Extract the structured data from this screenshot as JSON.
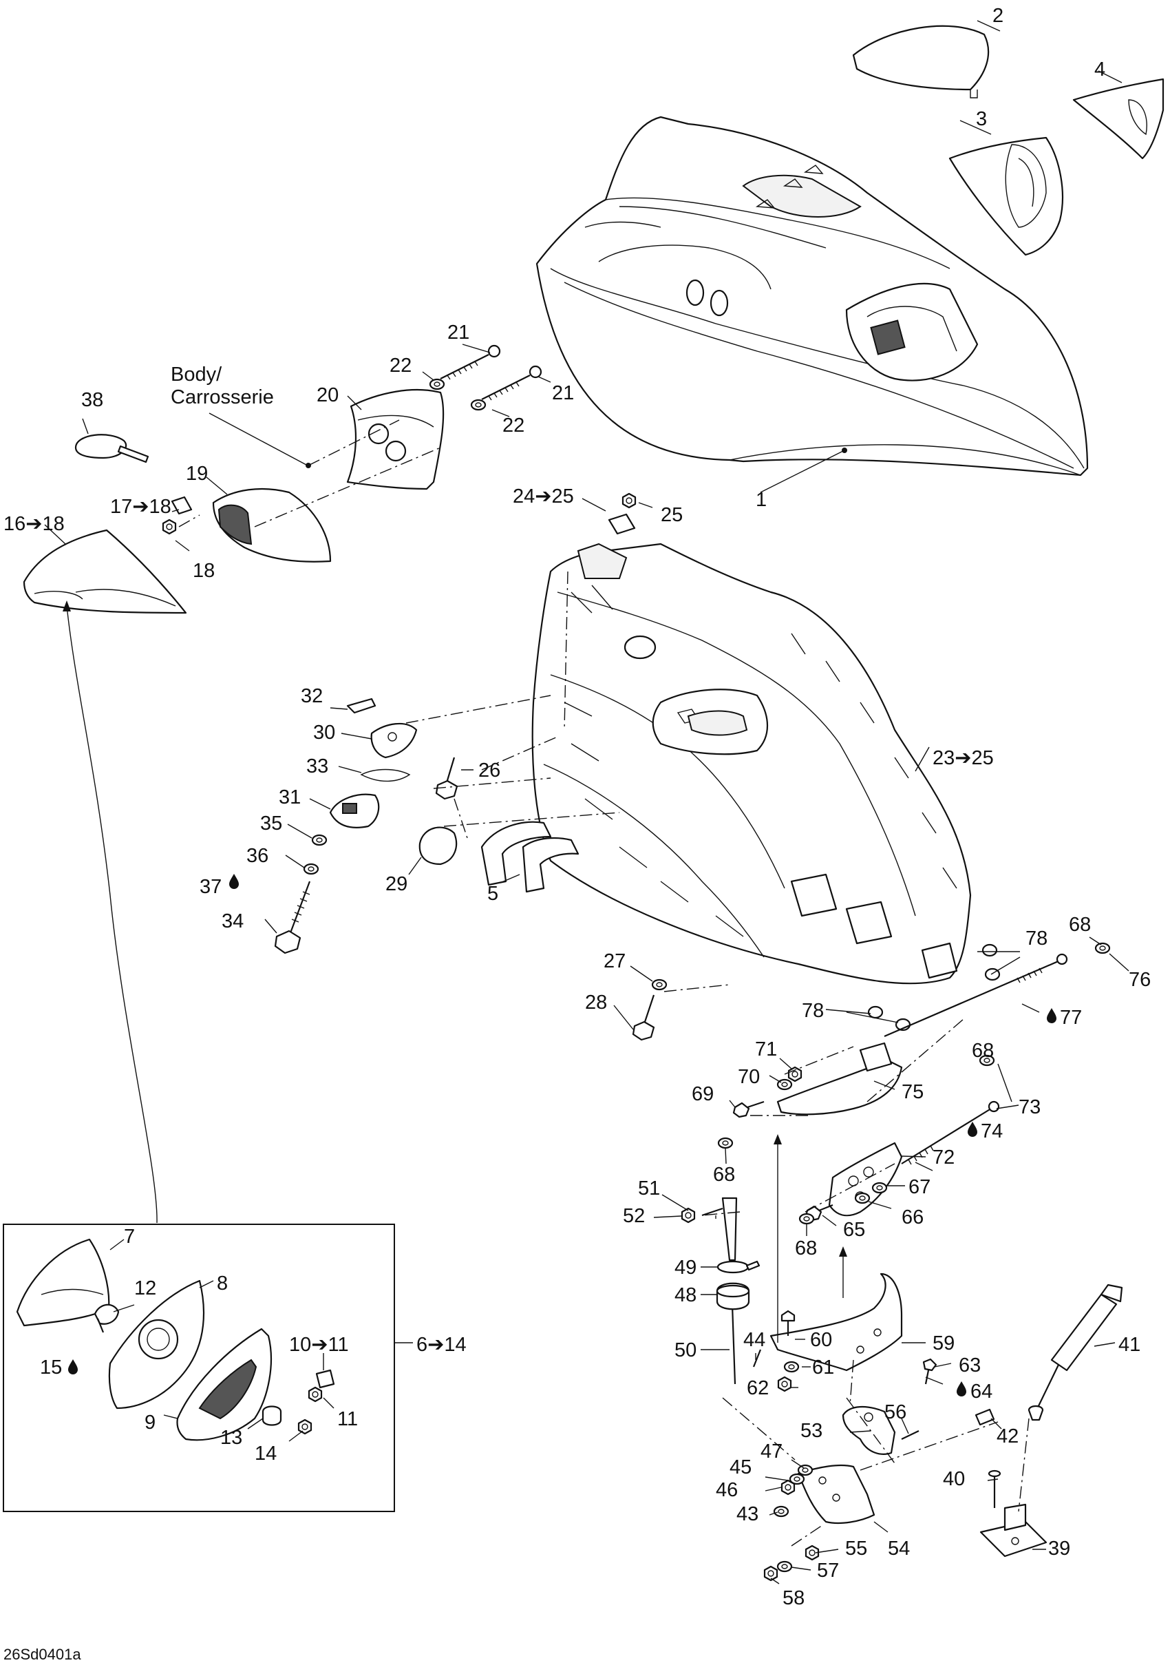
{
  "body_label": {
    "line1": "Body/",
    "line2": "Carrosserie"
  },
  "drawing_code": "26Sd0401a",
  "labels": [
    {
      "id": "l1",
      "text": "1"
    },
    {
      "id": "l2",
      "text": "2"
    },
    {
      "id": "l3",
      "text": "3"
    },
    {
      "id": "l4",
      "text": "4"
    },
    {
      "id": "l5",
      "text": "5"
    },
    {
      "id": "l6",
      "text": "6➔14"
    },
    {
      "id": "l7",
      "text": "7"
    },
    {
      "id": "l8",
      "text": "8"
    },
    {
      "id": "l9",
      "text": "9"
    },
    {
      "id": "l10",
      "text": "10➔11"
    },
    {
      "id": "l11",
      "text": "11"
    },
    {
      "id": "l12",
      "text": "12"
    },
    {
      "id": "l13",
      "text": "13"
    },
    {
      "id": "l14",
      "text": "14"
    },
    {
      "id": "l15",
      "text": "15"
    },
    {
      "id": "l16",
      "text": "16➔18"
    },
    {
      "id": "l17",
      "text": "17➔18"
    },
    {
      "id": "l18",
      "text": "18"
    },
    {
      "id": "l19",
      "text": "19"
    },
    {
      "id": "l20",
      "text": "20"
    },
    {
      "id": "l21a",
      "text": "21"
    },
    {
      "id": "l21b",
      "text": "21"
    },
    {
      "id": "l22a",
      "text": "22"
    },
    {
      "id": "l22b",
      "text": "22"
    },
    {
      "id": "l23",
      "text": "23➔25"
    },
    {
      "id": "l24",
      "text": "24➔25"
    },
    {
      "id": "l25",
      "text": "25"
    },
    {
      "id": "l26",
      "text": "26"
    },
    {
      "id": "l27",
      "text": "27"
    },
    {
      "id": "l28",
      "text": "28"
    },
    {
      "id": "l29",
      "text": "29"
    },
    {
      "id": "l30",
      "text": "30"
    },
    {
      "id": "l31",
      "text": "31"
    },
    {
      "id": "l32",
      "text": "32"
    },
    {
      "id": "l33",
      "text": "33"
    },
    {
      "id": "l34",
      "text": "34"
    },
    {
      "id": "l35",
      "text": "35"
    },
    {
      "id": "l36",
      "text": "36"
    },
    {
      "id": "l37",
      "text": "37"
    },
    {
      "id": "l38",
      "text": "38"
    },
    {
      "id": "l39",
      "text": "39"
    },
    {
      "id": "l40",
      "text": "40"
    },
    {
      "id": "l41",
      "text": "41"
    },
    {
      "id": "l42",
      "text": "42"
    },
    {
      "id": "l43",
      "text": "43"
    },
    {
      "id": "l44",
      "text": "44"
    },
    {
      "id": "l45",
      "text": "45"
    },
    {
      "id": "l46",
      "text": "46"
    },
    {
      "id": "l47",
      "text": "47"
    },
    {
      "id": "l48",
      "text": "48"
    },
    {
      "id": "l49",
      "text": "49"
    },
    {
      "id": "l50",
      "text": "50"
    },
    {
      "id": "l51",
      "text": "51"
    },
    {
      "id": "l52",
      "text": "52"
    },
    {
      "id": "l53",
      "text": "53"
    },
    {
      "id": "l54",
      "text": "54"
    },
    {
      "id": "l55",
      "text": "55"
    },
    {
      "id": "l56",
      "text": "56"
    },
    {
      "id": "l57",
      "text": "57"
    },
    {
      "id": "l58",
      "text": "58"
    },
    {
      "id": "l59",
      "text": "59"
    },
    {
      "id": "l60",
      "text": "60"
    },
    {
      "id": "l61",
      "text": "61"
    },
    {
      "id": "l62",
      "text": "62"
    },
    {
      "id": "l63",
      "text": "63"
    },
    {
      "id": "l64",
      "text": "64"
    },
    {
      "id": "l65",
      "text": "65"
    },
    {
      "id": "l66",
      "text": "66"
    },
    {
      "id": "l67",
      "text": "67"
    },
    {
      "id": "l68a",
      "text": "68"
    },
    {
      "id": "l68b",
      "text": "68"
    },
    {
      "id": "l68c",
      "text": "68"
    },
    {
      "id": "l68d",
      "text": "68"
    },
    {
      "id": "l69",
      "text": "69"
    },
    {
      "id": "l70",
      "text": "70"
    },
    {
      "id": "l71",
      "text": "71"
    },
    {
      "id": "l72",
      "text": "72"
    },
    {
      "id": "l73",
      "text": "73"
    },
    {
      "id": "l74",
      "text": "74"
    },
    {
      "id": "l75",
      "text": "75"
    },
    {
      "id": "l76",
      "text": "76"
    },
    {
      "id": "l77",
      "text": "77"
    },
    {
      "id": "l78a",
      "text": "78"
    },
    {
      "id": "l78b",
      "text": "78"
    }
  ],
  "icons": {
    "drop": "oil-drop-icon"
  }
}
